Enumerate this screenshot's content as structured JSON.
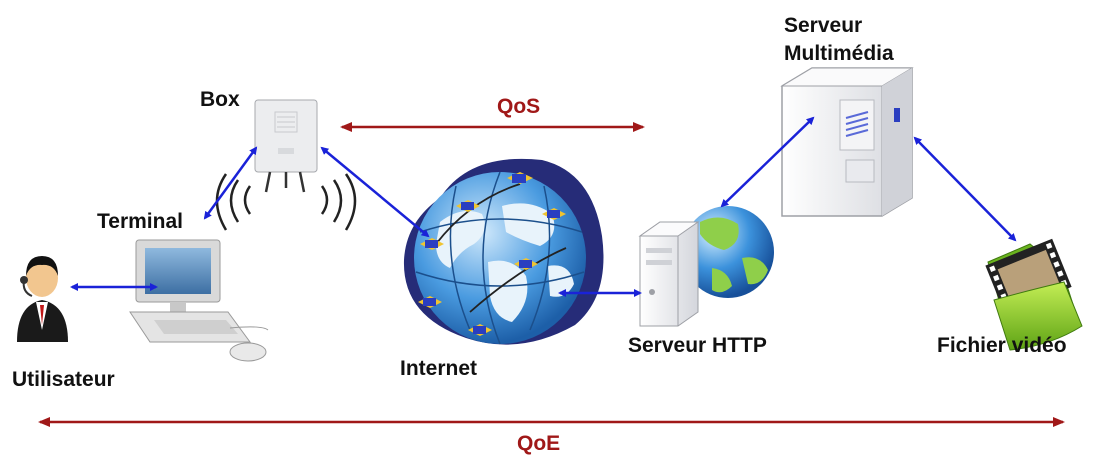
{
  "labels": {
    "serveur_multimedia_line1": "Serveur",
    "serveur_multimedia_line2": "Multimédia",
    "box": "Box",
    "qos": "QoS",
    "terminal": "Terminal",
    "internet": "Internet",
    "serveur_http": "Serveur HTTP",
    "fichier_video": "Fichier vidéo",
    "utilisateur": "Utilisateur",
    "qoe": "QoE"
  },
  "colors": {
    "link_arrow": "#1a22d8",
    "qos_qoe": "#a01818",
    "globe": "#3a8fd8",
    "land": "#e8f3fb",
    "cloud_bg": "#262c78",
    "server_body": "#f2f2f4",
    "video_folder": "#8fd12a"
  },
  "icons": [
    "user-icon",
    "computer-icon",
    "wifi-router-icon",
    "internet-globe-icon",
    "http-server-icon",
    "multimedia-server-icon",
    "video-file-icon"
  ]
}
